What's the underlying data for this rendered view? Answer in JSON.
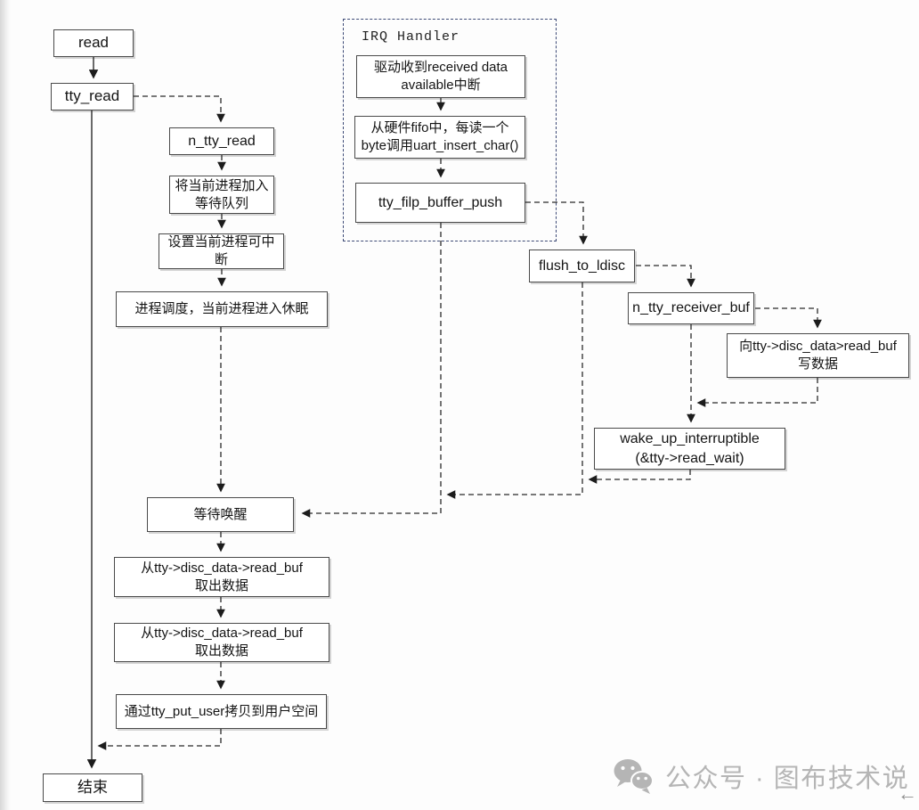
{
  "nodes": {
    "read": {
      "label": "read"
    },
    "tty_read": {
      "label": "tty_read"
    },
    "n_tty_read": {
      "label": "n_tty_read"
    },
    "add_wait_queue": {
      "label": "将当前进程加入\n等待队列"
    },
    "set_interruptible": {
      "label": "设置当前进程可中断"
    },
    "schedule_sleep": {
      "label": "进程调度，当前进程进入休眠"
    },
    "drv_irq": {
      "label": "驱动收到received data\navailable中断"
    },
    "fifo_read": {
      "label": "从硬件fifo中，每读一个\nbyte调用uart_insert_char()"
    },
    "tty_filp_buffer_push": {
      "label": "tty_filp_buffer_push"
    },
    "flush_to_ldisc": {
      "label": "flush_to_ldisc"
    },
    "n_tty_receiver_buf": {
      "label": "n_tty_receiver_buf"
    },
    "write_read_buf": {
      "label": "向tty->disc_data>read_buf\n写数据"
    },
    "wake_up": {
      "label": "wake_up_interruptible\n(&tty->read_wait)"
    },
    "wait_wakeup": {
      "label": "等待唤醒"
    },
    "fetch_data_1": {
      "label": "从tty->disc_data->read_buf\n取出数据"
    },
    "fetch_data_2": {
      "label": "从tty->disc_data->read_buf\n取出数据"
    },
    "copy_to_user": {
      "label": "通过tty_put_user拷贝到用户空间"
    },
    "end": {
      "label": "结束"
    }
  },
  "irq_group": {
    "label": "IRQ Handler",
    "border_color": "#3d4a76"
  },
  "watermark": {
    "icon": "wechat-icon",
    "text": "公众号 · 图布技术说",
    "color": "#b5b5b5"
  },
  "corner_arrow": "←",
  "colors": {
    "background": "#fdfdfd",
    "box_border": "#4a4a4a",
    "connector": "#2a2a2a"
  }
}
